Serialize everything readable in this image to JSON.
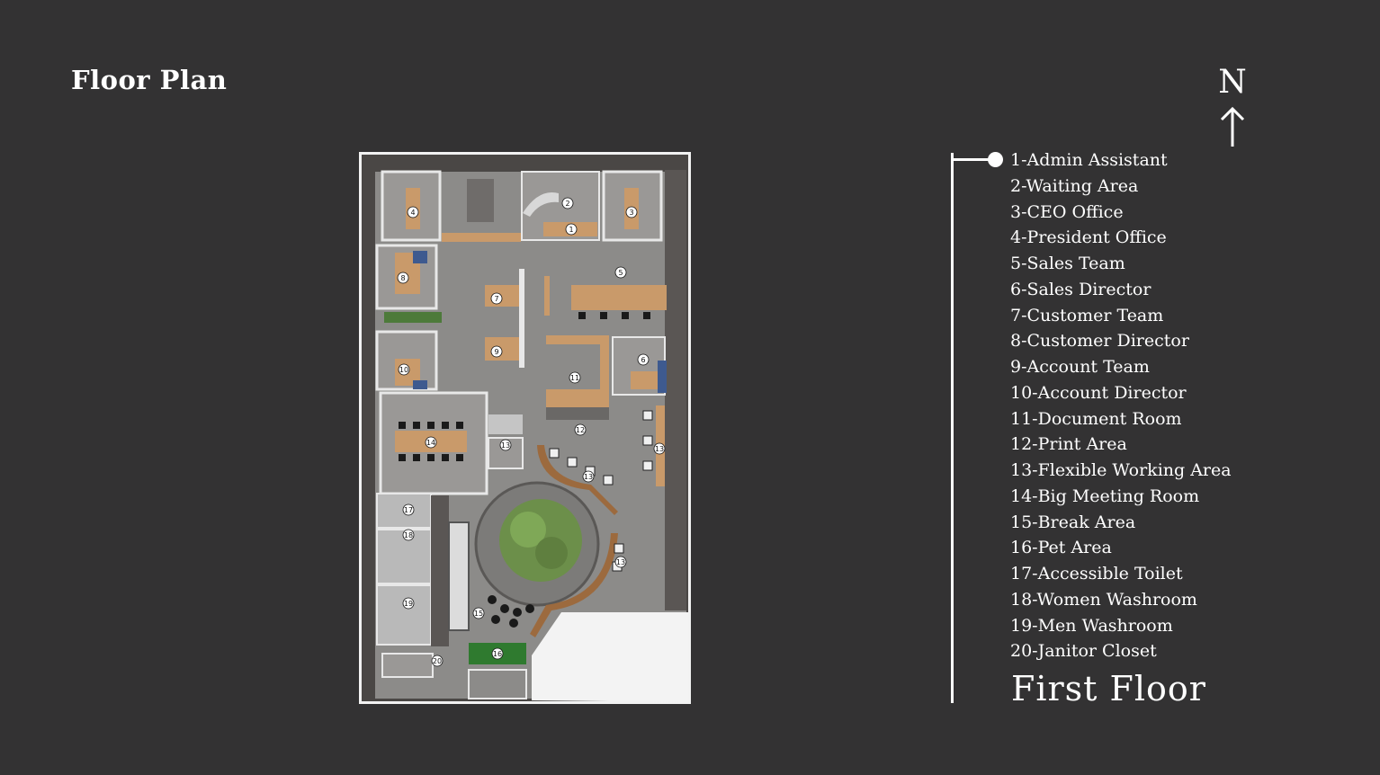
{
  "page": {
    "title": "Floor Plan"
  },
  "compass": {
    "letter": "N",
    "icon": "north-arrow-icon"
  },
  "legend": {
    "items": [
      "1-Admin Assistant",
      "2-Waiting Area",
      "3-CEO Office",
      "4-President Office",
      "5-Sales Team",
      "6-Sales Director",
      "7-Customer Team",
      "8-Customer Director",
      "9-Account Team",
      "10-Account Director",
      "11-Document Room",
      "12-Print Area",
      "13-Flexible Working Area",
      "14-Big Meeting Room",
      "15-Break Area",
      "16-Pet Area",
      "17-Accessible Toilet",
      "18-Women Washroom",
      "19-Men Washroom",
      "20-Janitor Closet"
    ],
    "floor": "First Floor"
  },
  "plan": {
    "markers": [
      "1",
      "2",
      "3",
      "4",
      "5",
      "6",
      "7",
      "8",
      "9",
      "10",
      "11",
      "12",
      "13",
      "13",
      "13",
      "13",
      "14",
      "15",
      "16",
      "17",
      "18",
      "19",
      "20"
    ]
  },
  "colors": {
    "background": "#333233",
    "floor": "#8c8b89",
    "wall": "#ececec",
    "wood": "#c99a6a",
    "planter": "#6c8f4a",
    "pet": "#2f7a2f"
  }
}
